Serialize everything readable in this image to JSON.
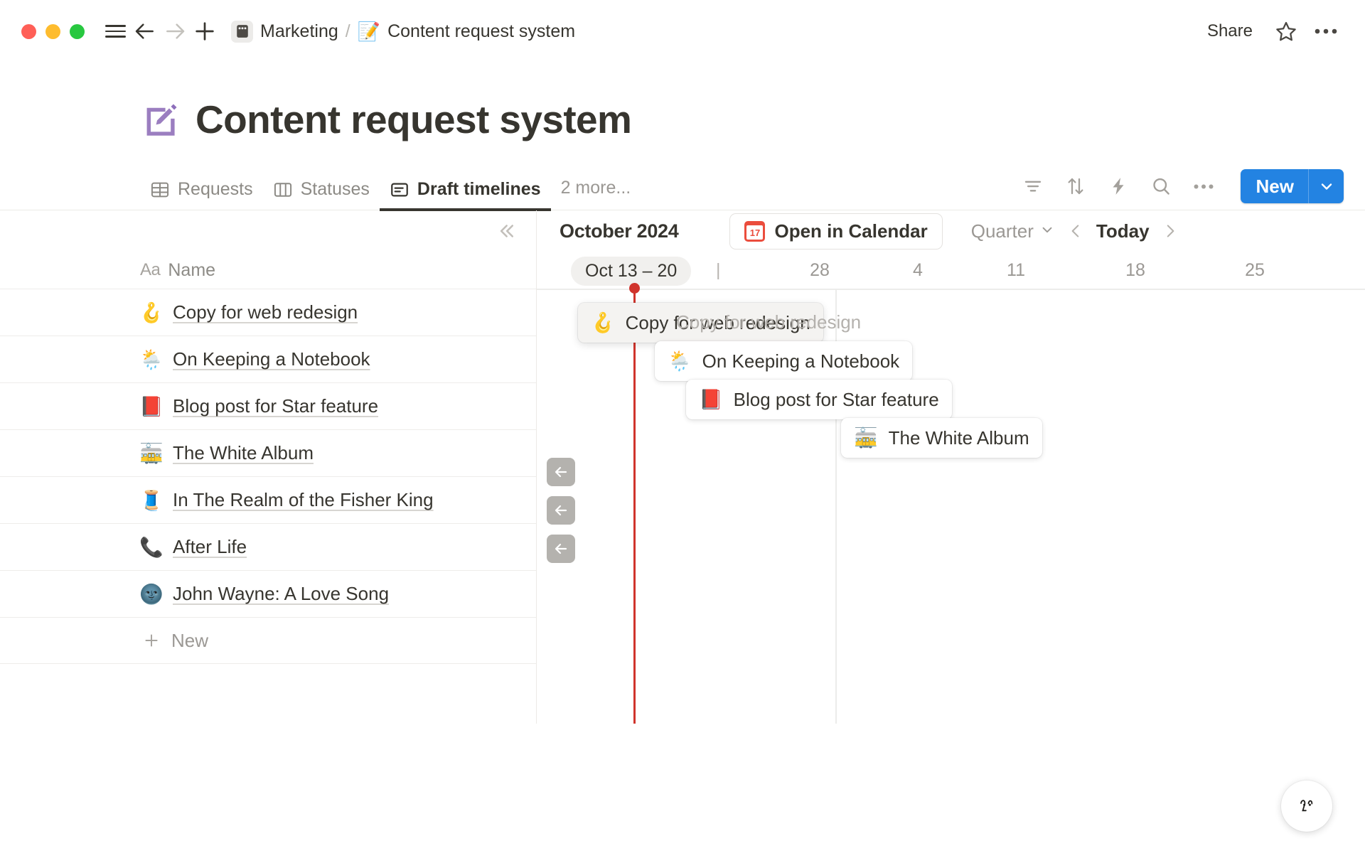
{
  "titlebar": {
    "traffic": [
      "close",
      "minimize",
      "zoom"
    ],
    "sidebar_toggle": "sidebar-toggle",
    "back": "back",
    "forward": "forward",
    "new_page": "new-page",
    "breadcrumb": [
      {
        "label": "Marketing",
        "icon": "database-icon"
      },
      {
        "label": "Content request system",
        "icon": "memo-emoji"
      }
    ],
    "separator": "/",
    "share_label": "Share",
    "favorite": "star-icon",
    "more": "more-icon"
  },
  "page": {
    "emoji": "📝",
    "title": "Content request system"
  },
  "tabs": [
    {
      "label": "Requests",
      "icon": "table-icon",
      "active": false
    },
    {
      "label": "Statuses",
      "icon": "board-icon",
      "active": false
    },
    {
      "label": "Draft timelines",
      "icon": "timeline-icon",
      "active": true
    }
  ],
  "tabs_more": "2 more...",
  "toolbar": {
    "filter": "filter-icon",
    "sort": "sort-icon",
    "automation": "lightning-icon",
    "search": "search-icon",
    "more": "more-icon",
    "new_label": "New",
    "new_caret": "chevron-down-icon",
    "accent": "#2383e2"
  },
  "left_panel": {
    "collapse": "collapse-icon",
    "column_header": {
      "type": "Aa",
      "label": "Name"
    },
    "rows": [
      {
        "emoji": "🪝",
        "name": "Copy for web redesign"
      },
      {
        "emoji": "🌦️",
        "name": "On Keeping a Notebook"
      },
      {
        "emoji": "📕",
        "name": "Blog post for Star feature"
      },
      {
        "emoji": "🚋",
        "name": "The White Album"
      },
      {
        "emoji": "🧵",
        "name": "In The Realm of the Fisher King"
      },
      {
        "emoji": "📞",
        "name": "After Life"
      },
      {
        "emoji": "🌚",
        "name": "John Wayne: A Love Song"
      }
    ],
    "new_row": "New"
  },
  "timeline": {
    "month": "October 2024",
    "calendar_button": {
      "label": "Open in Calendar",
      "icon_day": "17"
    },
    "zoom_level": "Quarter",
    "prev": "chevron-left-icon",
    "today_label": "Today",
    "next": "chevron-right-icon",
    "range_pill": "Oct 13 – 20",
    "ticks": [
      "28",
      "4",
      "11",
      "18",
      "25"
    ],
    "today_marker_color": "#d0342c",
    "cards": [
      {
        "emoji": "🪝",
        "label": "Copy for web redesign",
        "dragging": true
      },
      {
        "emoji": "🌦️",
        "label": "On Keeping a Notebook",
        "dragging": false
      },
      {
        "emoji": "📕",
        "label": "Blog post for Star feature",
        "dragging": false
      },
      {
        "emoji": "🚋",
        "label": "The White Album",
        "dragging": false
      }
    ],
    "scroll_chips": [
      "scroll-left",
      "scroll-left",
      "scroll-left"
    ]
  },
  "help_button": "help-widget"
}
